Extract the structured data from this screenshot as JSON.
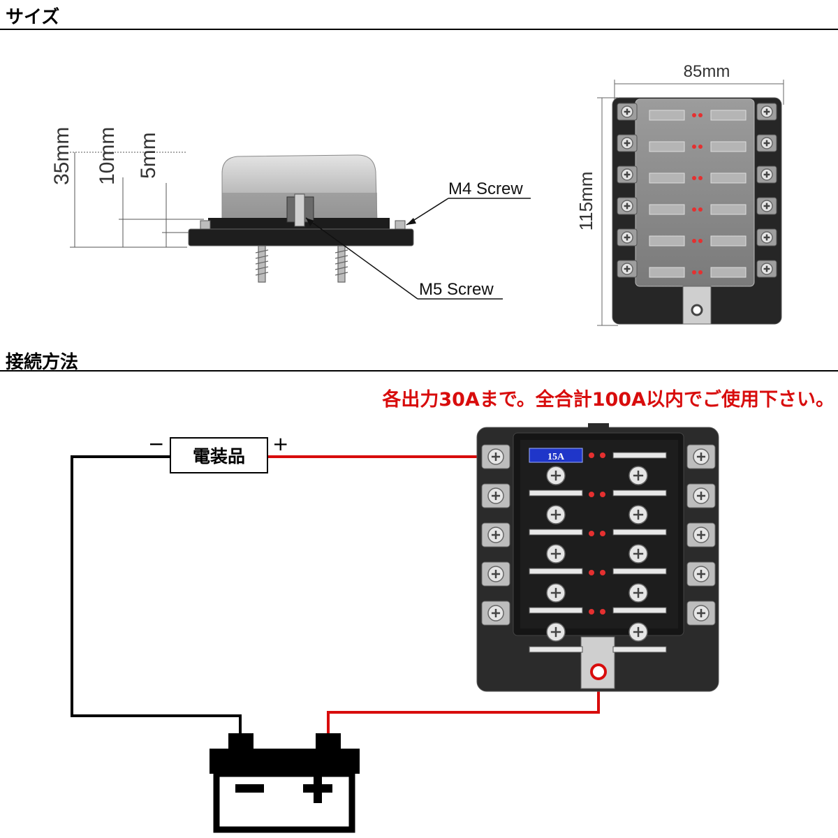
{
  "sections": {
    "size_title": "サイズ",
    "connection_title": "接続方法"
  },
  "side_view": {
    "dim_35": "35mm",
    "dim_10": "10mm",
    "dim_5": "5mm",
    "label_m4": "M4 Screw",
    "label_m5": "M5 Screw"
  },
  "top_view": {
    "dim_width": "85mm",
    "dim_height": "115mm"
  },
  "connection": {
    "note": "各出力30Aまで。全合計100A以内でご使用下さい。",
    "device_label": "電装品",
    "device_minus": "−",
    "device_plus": "+",
    "fuse_label": "15A"
  },
  "colors": {
    "accent_red": "#d80c0c",
    "wire_black": "#000000",
    "body_dark": "#2b2b2b",
    "fuse_tag_blue": "#1f36c9"
  }
}
